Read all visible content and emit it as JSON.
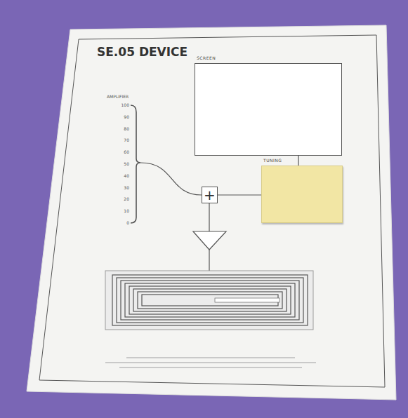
{
  "diagram": {
    "title": "SE.05 DEVICE",
    "nodes": [
      {
        "text": [
          "SCREEN"
        ]
      },
      {
        "text": [
          "TUNING"
        ]
      },
      {
        "text": [
          "+"
        ]
      }
    ],
    "edges": [
      {
        "from": 0,
        "to": 1,
        "arrow": "none"
      },
      {
        "from": 1,
        "to": 2,
        "arrow": "none"
      }
    ],
    "labels": [
      "AMPLIFIER",
      "100",
      "90",
      "80",
      "70",
      "60",
      "50",
      "40",
      "30",
      "20",
      "10",
      "0"
    ]
  }
}
